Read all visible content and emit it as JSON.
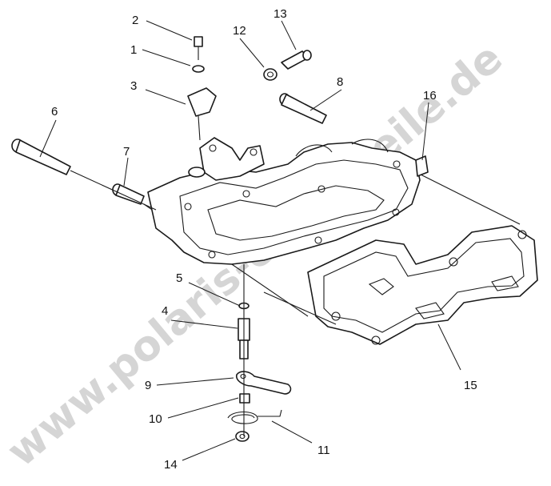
{
  "diagram": {
    "type": "exploded parts diagram",
    "watermark": "www.polaris-ersatzteile.de",
    "watermark_color": "#c8c8c8",
    "line_color": "#1a1a1a",
    "callouts": [
      {
        "id": "c1",
        "label": "1"
      },
      {
        "id": "c2",
        "label": "2"
      },
      {
        "id": "c3",
        "label": "3"
      },
      {
        "id": "c4",
        "label": "4"
      },
      {
        "id": "c5",
        "label": "5"
      },
      {
        "id": "c6",
        "label": "6"
      },
      {
        "id": "c7",
        "label": "7"
      },
      {
        "id": "c8",
        "label": "8"
      },
      {
        "id": "c9",
        "label": "9"
      },
      {
        "id": "c10",
        "label": "10"
      },
      {
        "id": "c11",
        "label": "11"
      },
      {
        "id": "c12",
        "label": "12"
      },
      {
        "id": "c13",
        "label": "13"
      },
      {
        "id": "c14",
        "label": "14"
      },
      {
        "id": "c15",
        "label": "15"
      },
      {
        "id": "c16",
        "label": "16"
      }
    ]
  }
}
